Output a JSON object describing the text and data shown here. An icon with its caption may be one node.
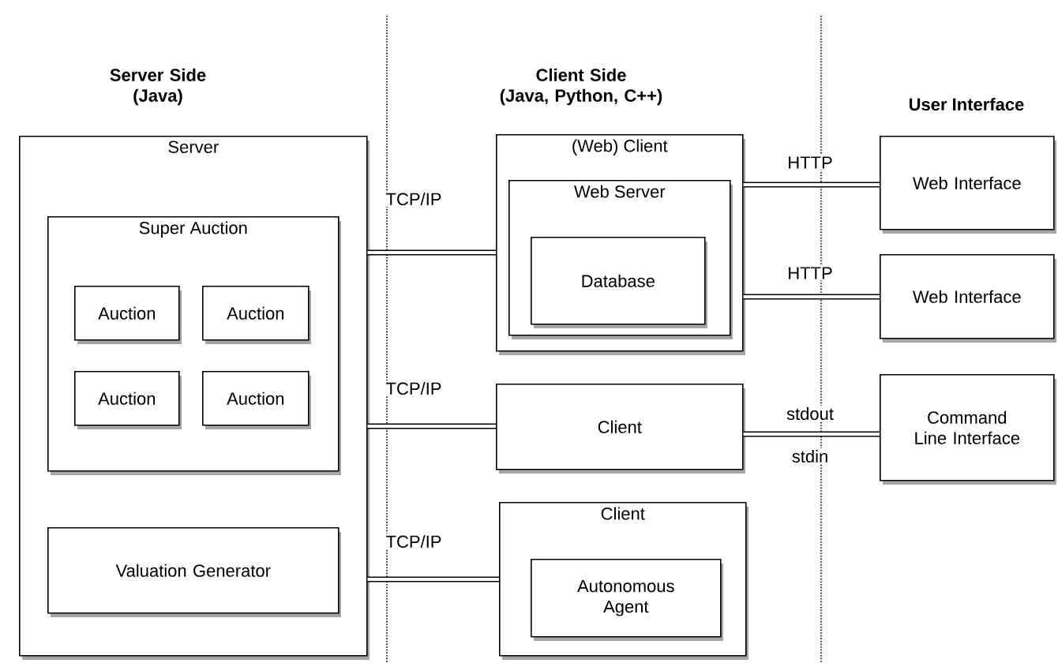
{
  "diagram": {
    "nodes": [
      {
        "text": [
          "Server"
        ]
      },
      {
        "text": [
          "Super Auction"
        ],
        "in": 0
      },
      {
        "text": [
          "Auction"
        ],
        "in": 1
      },
      {
        "text": [
          "Auction"
        ],
        "in": 1
      },
      {
        "text": [
          "Auction"
        ],
        "in": 1
      },
      {
        "text": [
          "Auction"
        ],
        "in": 1
      },
      {
        "text": [
          "Valuation Generator"
        ],
        "in": 0
      },
      {
        "text": [
          "(Web) Client"
        ]
      },
      {
        "text": [
          "Web Server"
        ],
        "in": 7
      },
      {
        "text": [
          "Database"
        ],
        "in": 8
      },
      {
        "text": [
          "Web Interface"
        ]
      },
      {
        "text": [
          "Web Interface"
        ]
      },
      {
        "text": [
          "Client"
        ]
      },
      {
        "text": [
          "Command Line Interface"
        ]
      },
      {
        "text": [
          "Client"
        ]
      },
      {
        "text": [
          "Autonomous Agent"
        ],
        "in": 14
      }
    ],
    "edges": [
      {
        "from": 0,
        "to": 7,
        "arrow": "none",
        "label": "TCP/IP"
      },
      {
        "from": 0,
        "to": 12,
        "arrow": "none",
        "label": "TCP/IP"
      },
      {
        "from": 0,
        "to": 14,
        "arrow": "none",
        "label": "TCP/IP"
      },
      {
        "from": 7,
        "to": 10,
        "arrow": "none",
        "label": "HTTP"
      },
      {
        "from": 7,
        "to": 11,
        "arrow": "none",
        "label": "HTTP"
      },
      {
        "from": 12,
        "to": 13,
        "arrow": "none",
        "label": "stdout"
      }
    ],
    "labels": [
      "Server Side (Java)",
      "Client Side (Java, Python, C++)",
      "User Interface",
      "stdin"
    ]
  }
}
